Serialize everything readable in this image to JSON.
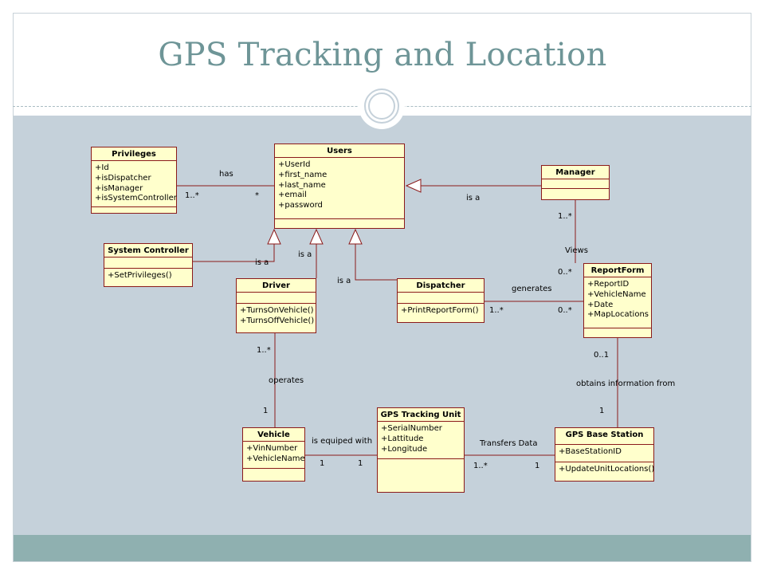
{
  "slide": {
    "title": "GPS Tracking and Location"
  },
  "classes": {
    "users": {
      "name": "Users",
      "attributes": [
        "+UserId",
        "+first_name",
        "+last_name",
        "+email",
        "+password"
      ],
      "operations": []
    },
    "privileges": {
      "name": "Privileges",
      "attributes": [
        "+Id",
        "+isDispatcher",
        "+isManager",
        "+isSystemController"
      ]
    },
    "manager": {
      "name": "Manager"
    },
    "system_controller": {
      "name": "System Controller",
      "operations": [
        "+SetPrivileges()"
      ]
    },
    "driver": {
      "name": "Driver",
      "operations": [
        "+TurnsOnVehicle()",
        "+TurnsOffVehicle()"
      ]
    },
    "dispatcher": {
      "name": "Dispatcher",
      "operations": [
        "+PrintReportForm()"
      ]
    },
    "report_form": {
      "name": "ReportForm",
      "attributes": [
        "+ReportID",
        "+VehicleName",
        "+Date",
        "+MapLocations"
      ]
    },
    "vehicle": {
      "name": "Vehicle",
      "attributes": [
        "+VinNumber",
        "+VehicleName"
      ]
    },
    "gps_unit": {
      "name": "GPS Tracking Unit",
      "attributes": [
        "+SerialNumber",
        "+Lattitude",
        "+Longitude"
      ]
    },
    "base_station": {
      "name": "GPS Base Station",
      "attributes": [
        "+BaseStationID"
      ],
      "operations": [
        "+UpdateUnitLocations()"
      ]
    }
  },
  "relationships": {
    "has": {
      "label": "has",
      "mult_privileges": "1..*",
      "mult_users": "*"
    },
    "manager_isa": {
      "label": "is a"
    },
    "sysctrl_isa": {
      "label": "is a"
    },
    "driver_isa": {
      "label": "is a"
    },
    "dispatcher_isa": {
      "label": "is a"
    },
    "views": {
      "label": "Views",
      "mult_manager": "1..*",
      "mult_report": "0..*"
    },
    "generates": {
      "label": "generates",
      "mult_dispatcher": "1..*",
      "mult_report": "0..*"
    },
    "operates": {
      "label": "operates",
      "mult_driver": "1..*",
      "mult_vehicle": "1"
    },
    "obtains": {
      "label": "obtains information from",
      "mult_report": "0..1",
      "mult_station": "1"
    },
    "equipped": {
      "label": "is equiped with",
      "mult_vehicle": "1",
      "mult_unit": "1"
    },
    "transfers": {
      "label": "Transfers Data",
      "mult_unit": "1..*",
      "mult_station": "1"
    }
  }
}
